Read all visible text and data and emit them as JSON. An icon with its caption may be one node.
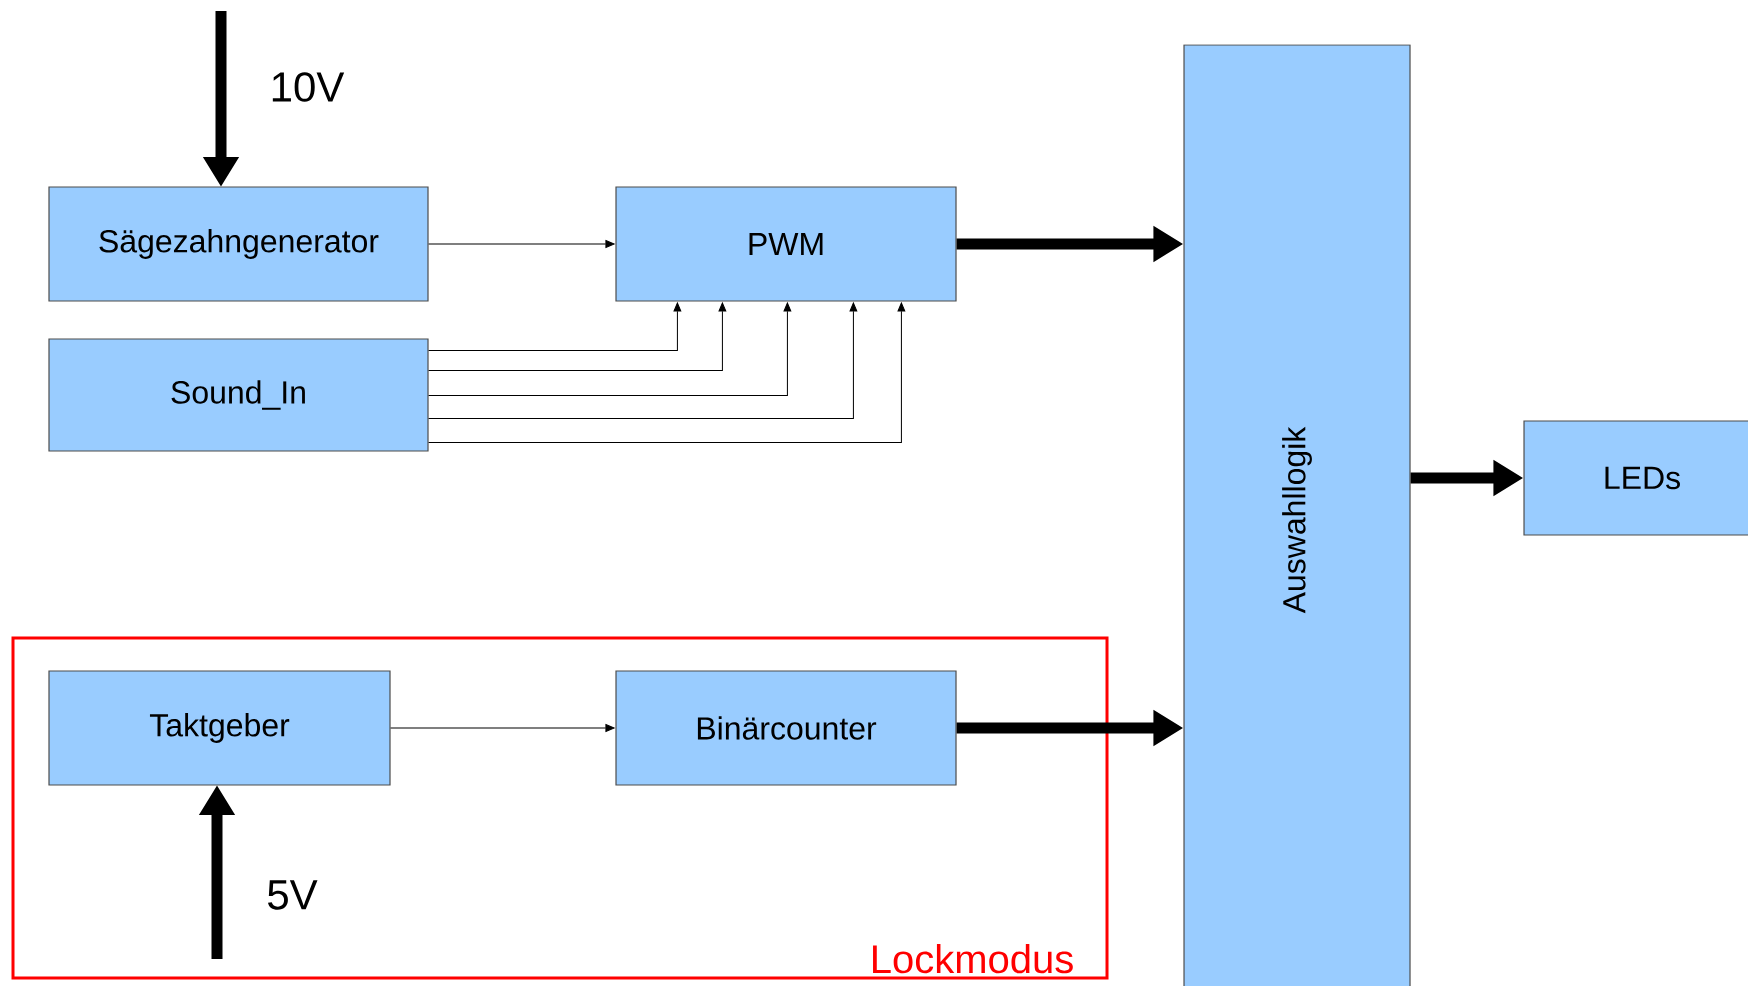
{
  "diagram": {
    "nodes": [
      {
        "text": [
          "Sägezahngenerator"
        ]
      },
      {
        "text": [
          "PWM"
        ]
      },
      {
        "text": [
          "Sound_In"
        ]
      },
      {
        "text": [
          "Auswahllogik"
        ]
      },
      {
        "text": [
          "LEDs"
        ]
      },
      {
        "text": [
          "Lockmodus"
        ]
      },
      {
        "text": [
          "Taktgeber"
        ],
        "in": 5
      },
      {
        "text": [
          "Binärcounter"
        ],
        "in": 5
      }
    ],
    "edges": [
      {
        "from": null,
        "to": 0,
        "arrow": "to",
        "label": "10V",
        "style": "thick"
      },
      {
        "from": 0,
        "to": 1,
        "arrow": "to"
      },
      {
        "from": 2,
        "to": 1,
        "arrow": "to"
      },
      {
        "from": 2,
        "to": 1,
        "arrow": "to"
      },
      {
        "from": 2,
        "to": 1,
        "arrow": "to"
      },
      {
        "from": 2,
        "to": 1,
        "arrow": "to"
      },
      {
        "from": 2,
        "to": 1,
        "arrow": "to"
      },
      {
        "from": 1,
        "to": 3,
        "arrow": "to",
        "style": "thick"
      },
      {
        "from": 3,
        "to": 4,
        "arrow": "to",
        "style": "thick"
      },
      {
        "from": 6,
        "to": 7,
        "arrow": "to"
      },
      {
        "from": 7,
        "to": 3,
        "arrow": "to",
        "style": "thick"
      },
      {
        "from": null,
        "to": 6,
        "arrow": "to",
        "label": "5V",
        "style": "thick"
      }
    ]
  }
}
